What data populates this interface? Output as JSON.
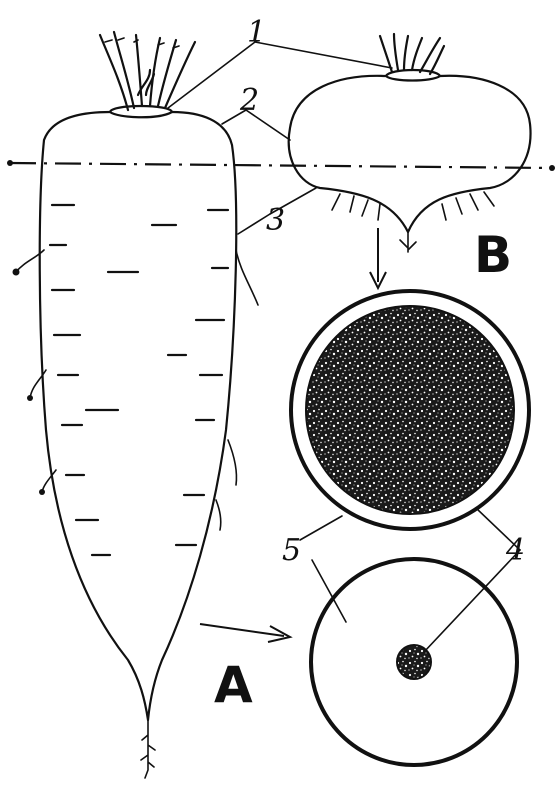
{
  "labels": {
    "n1": "1",
    "n2": "2",
    "n3": "3",
    "n4": "4",
    "n5": "5",
    "A": "A",
    "B": "B"
  },
  "colors": {
    "ink": "#111111",
    "paper": "#ffffff"
  }
}
